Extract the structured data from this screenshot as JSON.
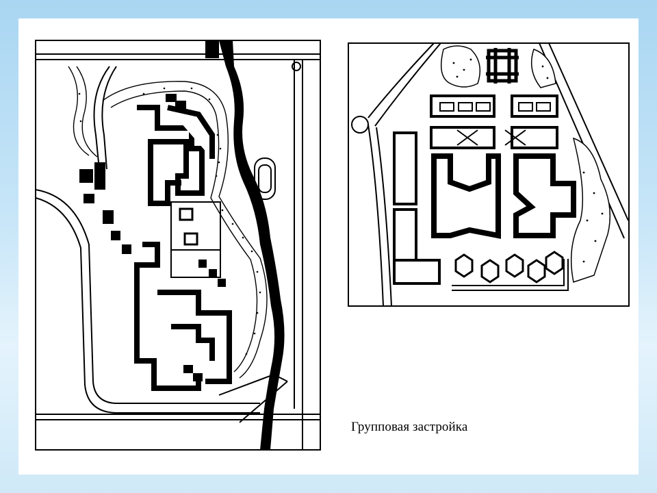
{
  "slide": {
    "caption": "Групповая застройка",
    "background_color": "#c8e6f8",
    "panel_color": "#ffffff",
    "ink_color": "#000000"
  },
  "figures": [
    {
      "id": "left-site-plan",
      "kind": "line-drawing"
    },
    {
      "id": "right-site-plan",
      "kind": "line-drawing"
    }
  ]
}
